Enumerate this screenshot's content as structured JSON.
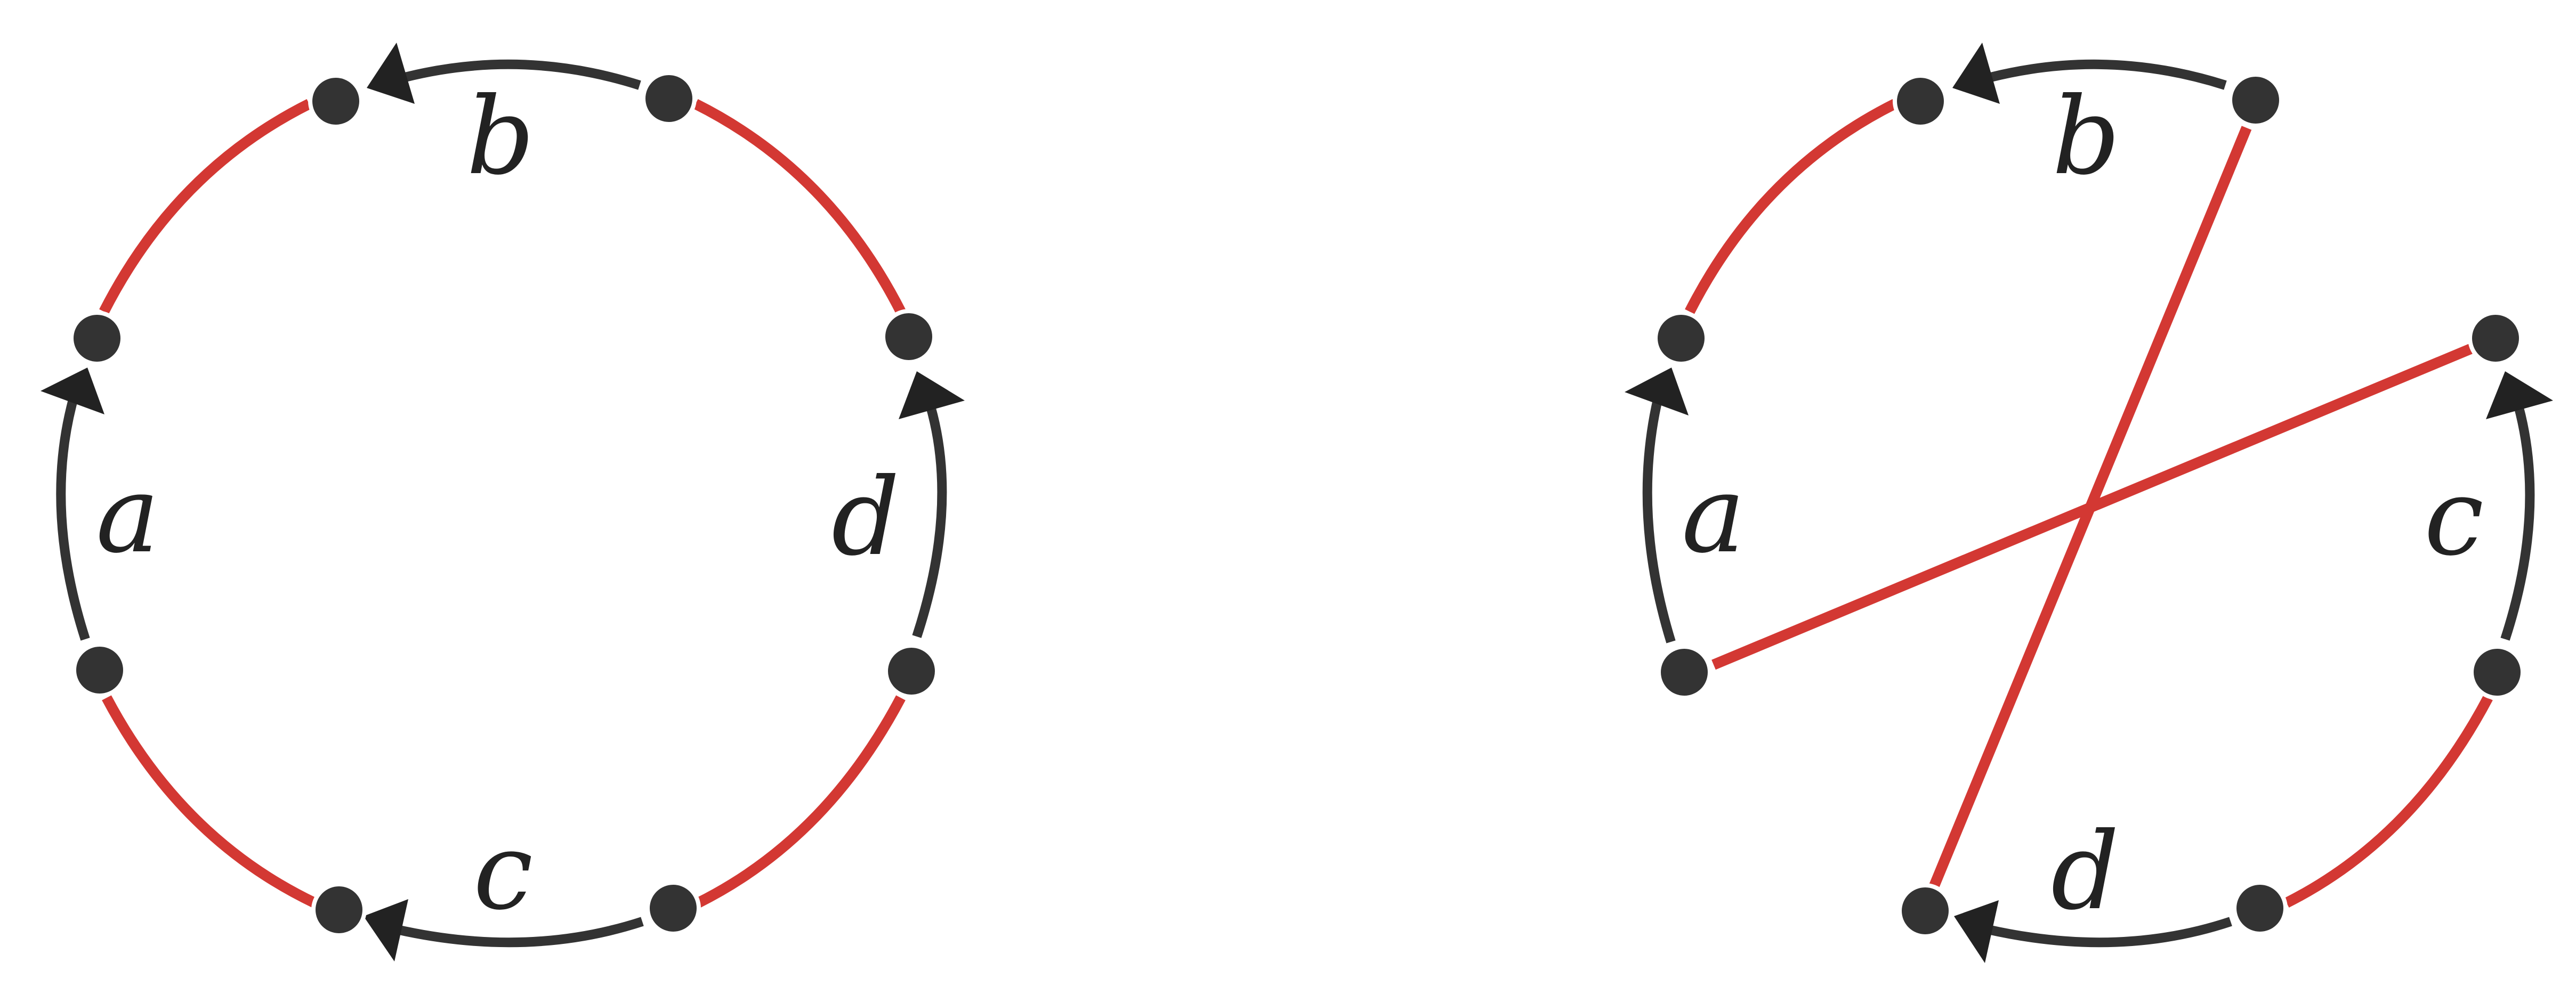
{
  "colors": {
    "node": "#333333",
    "pairing_edge": "#d33833",
    "arrow_edge": "#333333",
    "background": "#ffffff"
  },
  "left_diagram": {
    "labels": {
      "a": "a",
      "b": "b",
      "c": "c",
      "d": "d"
    }
  },
  "right_diagram": {
    "labels": {
      "a": "a",
      "b": "b",
      "c": "c",
      "d": "d"
    }
  }
}
